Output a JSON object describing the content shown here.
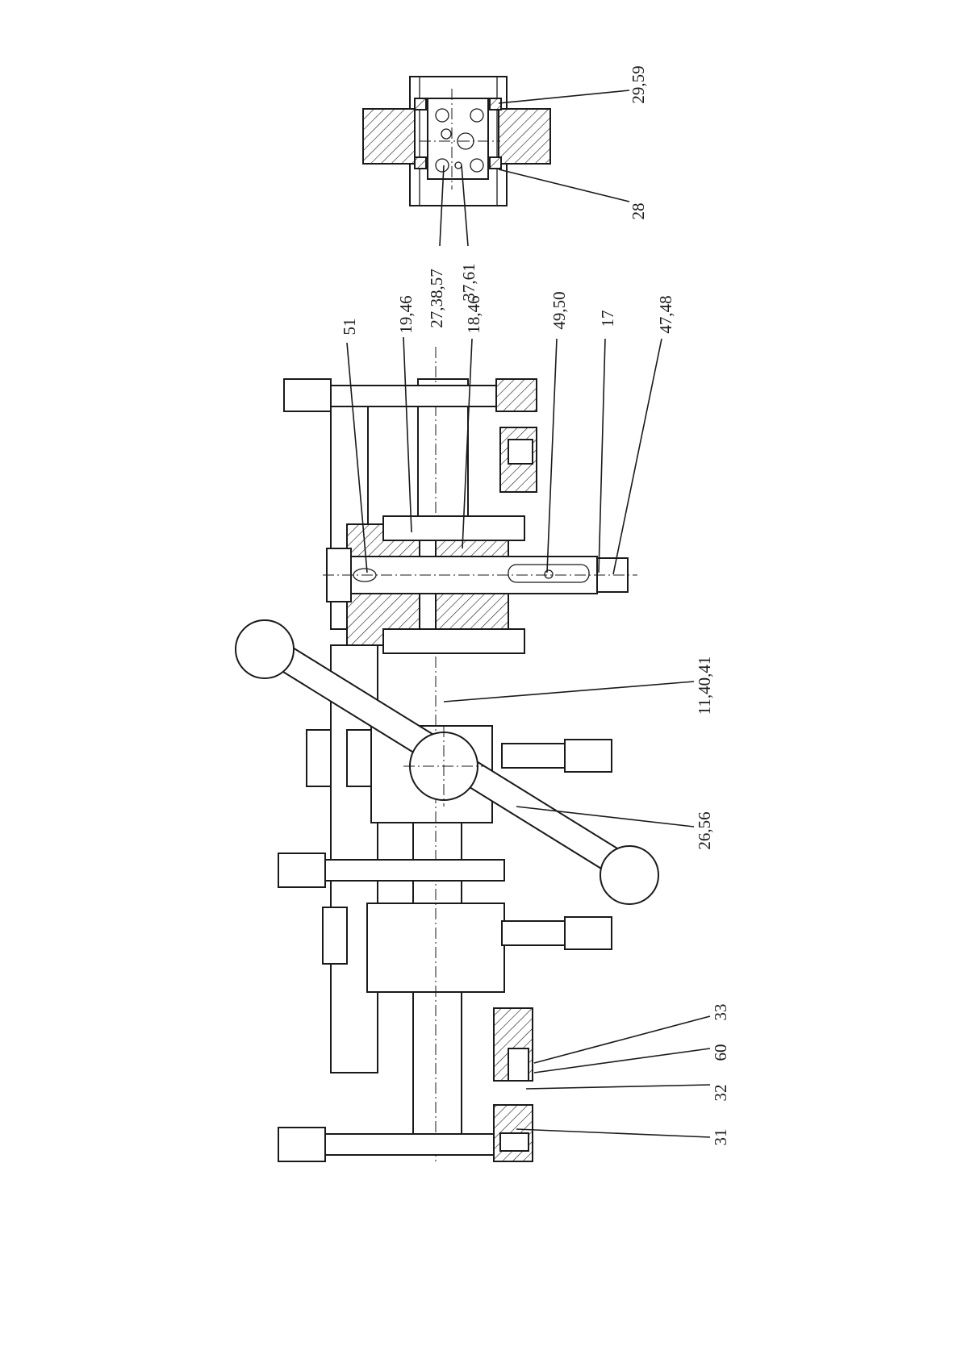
{
  "drawing": {
    "line_color": "#1a1a1a",
    "background": "#ffffff",
    "callouts": [
      {
        "id": "c-29-59",
        "text": "29,59"
      },
      {
        "id": "c-28",
        "text": "28"
      },
      {
        "id": "c-51",
        "text": "51"
      },
      {
        "id": "c-19-46",
        "text": "19,46"
      },
      {
        "id": "c-27-38-57",
        "text": "27,38,57"
      },
      {
        "id": "c-37-61",
        "text": "37,61"
      },
      {
        "id": "c-18-46",
        "text": "18,46"
      },
      {
        "id": "c-49-50",
        "text": "49,50"
      },
      {
        "id": "c-17",
        "text": "17"
      },
      {
        "id": "c-47-48",
        "text": "47,48"
      },
      {
        "id": "c-11-40-41",
        "text": "11,40,41"
      },
      {
        "id": "c-26-56",
        "text": "26,56"
      },
      {
        "id": "c-33",
        "text": "33"
      },
      {
        "id": "c-60",
        "text": "60"
      },
      {
        "id": "c-32",
        "text": "32"
      },
      {
        "id": "c-31",
        "text": "31"
      }
    ]
  }
}
